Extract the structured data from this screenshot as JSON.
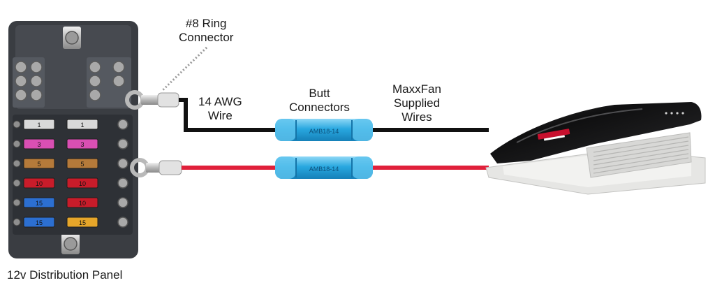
{
  "labels": {
    "ring_connector": [
      "#8 Ring",
      "Connector"
    ],
    "wire_gauge": [
      "14 AWG",
      "Wire"
    ],
    "butt_connectors": [
      "Butt",
      "Connectors"
    ],
    "supplied_wires": [
      "MaxxFan",
      "Supplied",
      "Wires"
    ],
    "panel": "12v Distribution Panel",
    "splice_marking": "AMB18-14"
  },
  "fuses": {
    "left": [
      "1",
      "3",
      "5",
      "10",
      "15",
      "15"
    ],
    "right": [
      "1",
      "3",
      "5",
      "10",
      "10",
      "15"
    ]
  },
  "colors": {
    "black_wire": "#111111",
    "red_wire": "#e0203a",
    "butt_connector": "#29a8e0",
    "panel_body": "#3a3d42",
    "fan_lid": "#0f0f10",
    "fan_base": "#e6e6e4",
    "brand": "#c8102e",
    "fuse_1": "#d9d9d9",
    "fuse_3": "#d94fb3",
    "fuse_5": "#b57a3a",
    "fuse_10": "#c91c2a",
    "fuse_15": "#2c6fd1",
    "fuse_15_alt": "#e6a62a"
  }
}
